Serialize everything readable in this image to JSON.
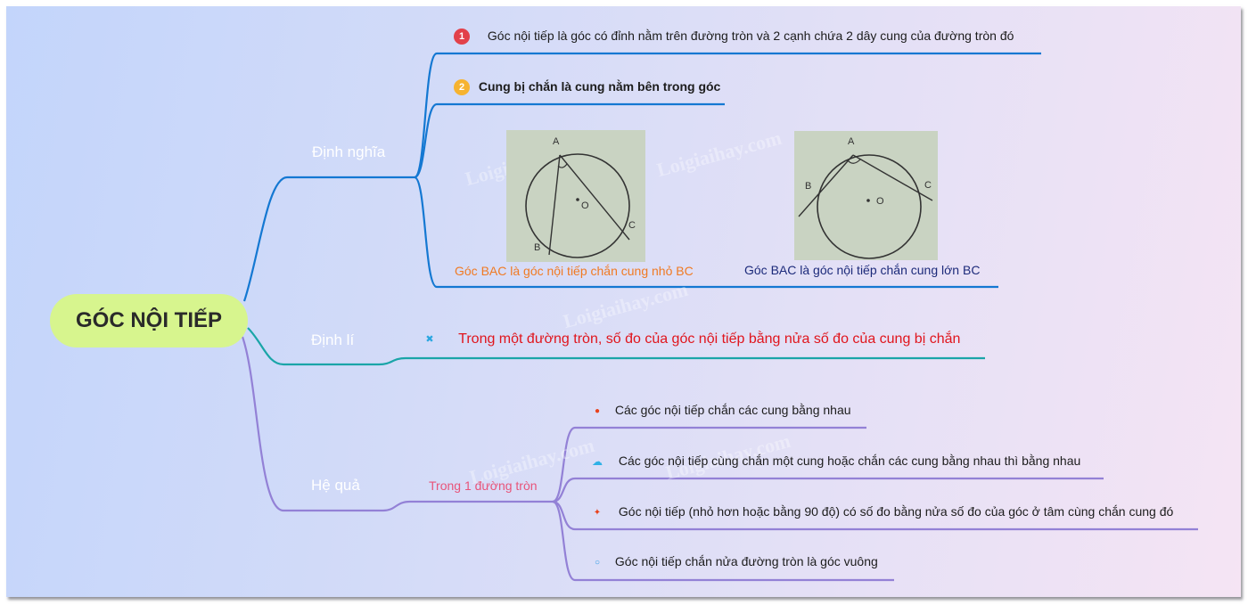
{
  "root": {
    "label": "GÓC NỘI TIẾP",
    "color": "#d7f58e"
  },
  "branches": [
    {
      "label": "Định nghĩa",
      "color": "#1478d2",
      "children": [
        {
          "badge": "1",
          "badge_color": "#e2414a",
          "text": "Góc nội tiếp là góc có đỉnh nằm trên đường tròn và 2 cạnh chứa 2 dây cung của đường tròn đó"
        },
        {
          "badge": "2",
          "badge_color": "#f6b330",
          "text": "Cung bị chắn là cung nằm bên trong góc",
          "bold": true
        }
      ],
      "figures": [
        {
          "caption": "Góc BAC là góc nội tiếp chắn cung nhỏ BC",
          "caption_color": "#f07a23",
          "labels": {
            "A": "A",
            "B": "B",
            "C": "C",
            "O": "O"
          }
        },
        {
          "caption": "Góc BAC là góc nội tiếp chắn cung lớn BC",
          "caption_color": "#1c2a7a",
          "labels": {
            "A": "A",
            "B": "B",
            "C": "C",
            "O": "O"
          }
        }
      ]
    },
    {
      "label": "Định lí",
      "color": "#1aa5a8",
      "children": [
        {
          "icon": "sparkle-icon",
          "text": "Trong một đường tròn, số đo của góc nội tiếp bằng nửa số đo của cung bị chắn",
          "color": "#e0151d"
        }
      ]
    },
    {
      "label": "Hệ quả",
      "color": "#9381d6",
      "sub": {
        "label": "Trong 1 đường tròn",
        "color": "#e8547a"
      },
      "children": [
        {
          "icon": "fire-icon",
          "icon_color": "#e9421c",
          "text": "Các góc nội tiếp chắn các cung bằng nhau"
        },
        {
          "icon": "cloud-icon",
          "icon_color": "#2fb1e6",
          "text": "Các góc nội tiếp cùng chắn một cung hoặc chắn các cung bằng nhau thì bằng nhau"
        },
        {
          "icon": "pin-icon",
          "icon_color": "#e9421c",
          "text": "Góc nội tiếp (nhỏ hơn hoặc bằng 90 độ) có số đo bằng nửa số đo của góc ở tâm cùng chắn cung đó"
        },
        {
          "icon": "location-icon",
          "icon_color": "#2a9ae6",
          "text": "Góc nội tiếp chắn nửa đường tròn là góc vuông"
        }
      ]
    }
  ],
  "watermark": "Loigiaihay.com"
}
